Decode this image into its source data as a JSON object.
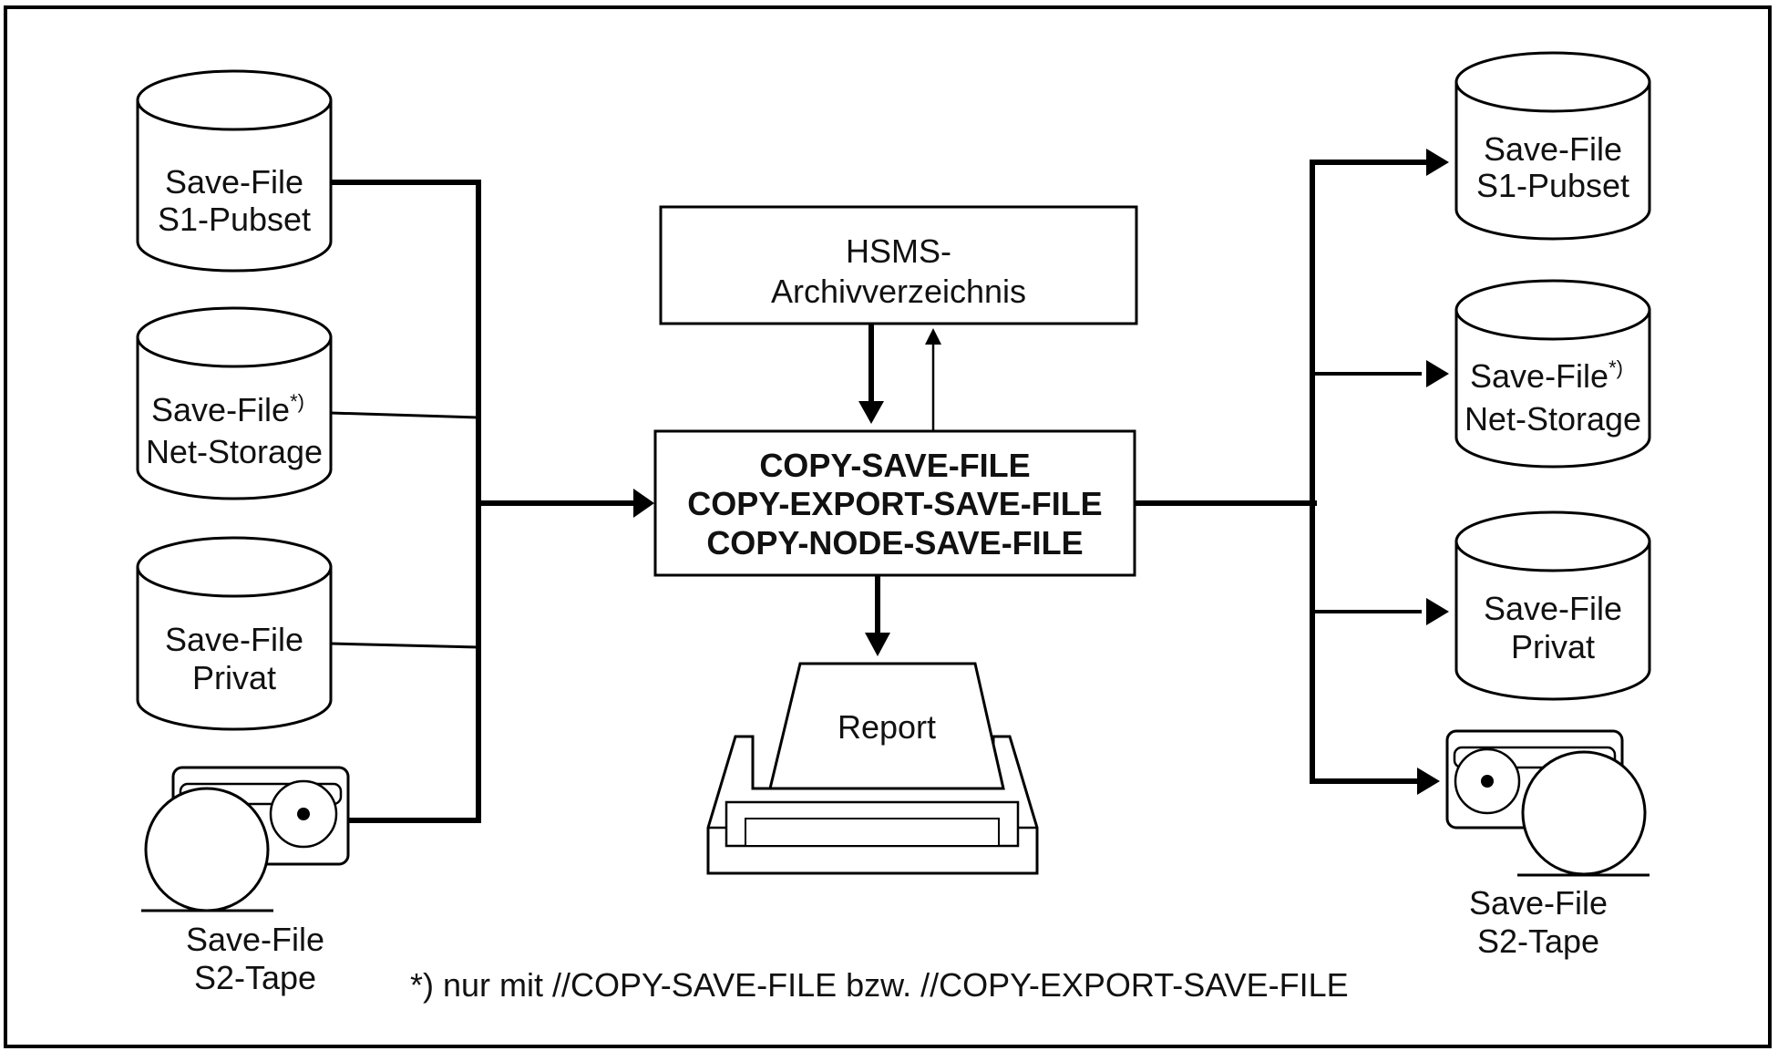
{
  "diagram": {
    "sources": {
      "s1_pubset": [
        "Save-File",
        "S1-Pubset"
      ],
      "net_storage": [
        "Save-File",
        "Net-Storage"
      ],
      "privat": [
        "Save-File",
        "Privat"
      ],
      "s2_tape": [
        "Save-File",
        "S2-Tape"
      ]
    },
    "targets": {
      "s1_pubset": [
        "Save-File",
        "S1-Pubset"
      ],
      "net_storage": [
        "Save-File",
        "Net-Storage"
      ],
      "privat": [
        "Save-File",
        "Privat"
      ],
      "s2_tape": [
        "Save-File",
        "S2-Tape"
      ]
    },
    "footnote_mark": "*)",
    "archive": [
      "HSMS-",
      "Archivverzeichnis"
    ],
    "commands": [
      "COPY-SAVE-FILE",
      "COPY-EXPORT-SAVE-FILE",
      "COPY-NODE-SAVE-FILE"
    ],
    "report": "Report",
    "footnote": "*) nur mit //COPY-SAVE-FILE bzw. //COPY-EXPORT-SAVE-FILE"
  }
}
